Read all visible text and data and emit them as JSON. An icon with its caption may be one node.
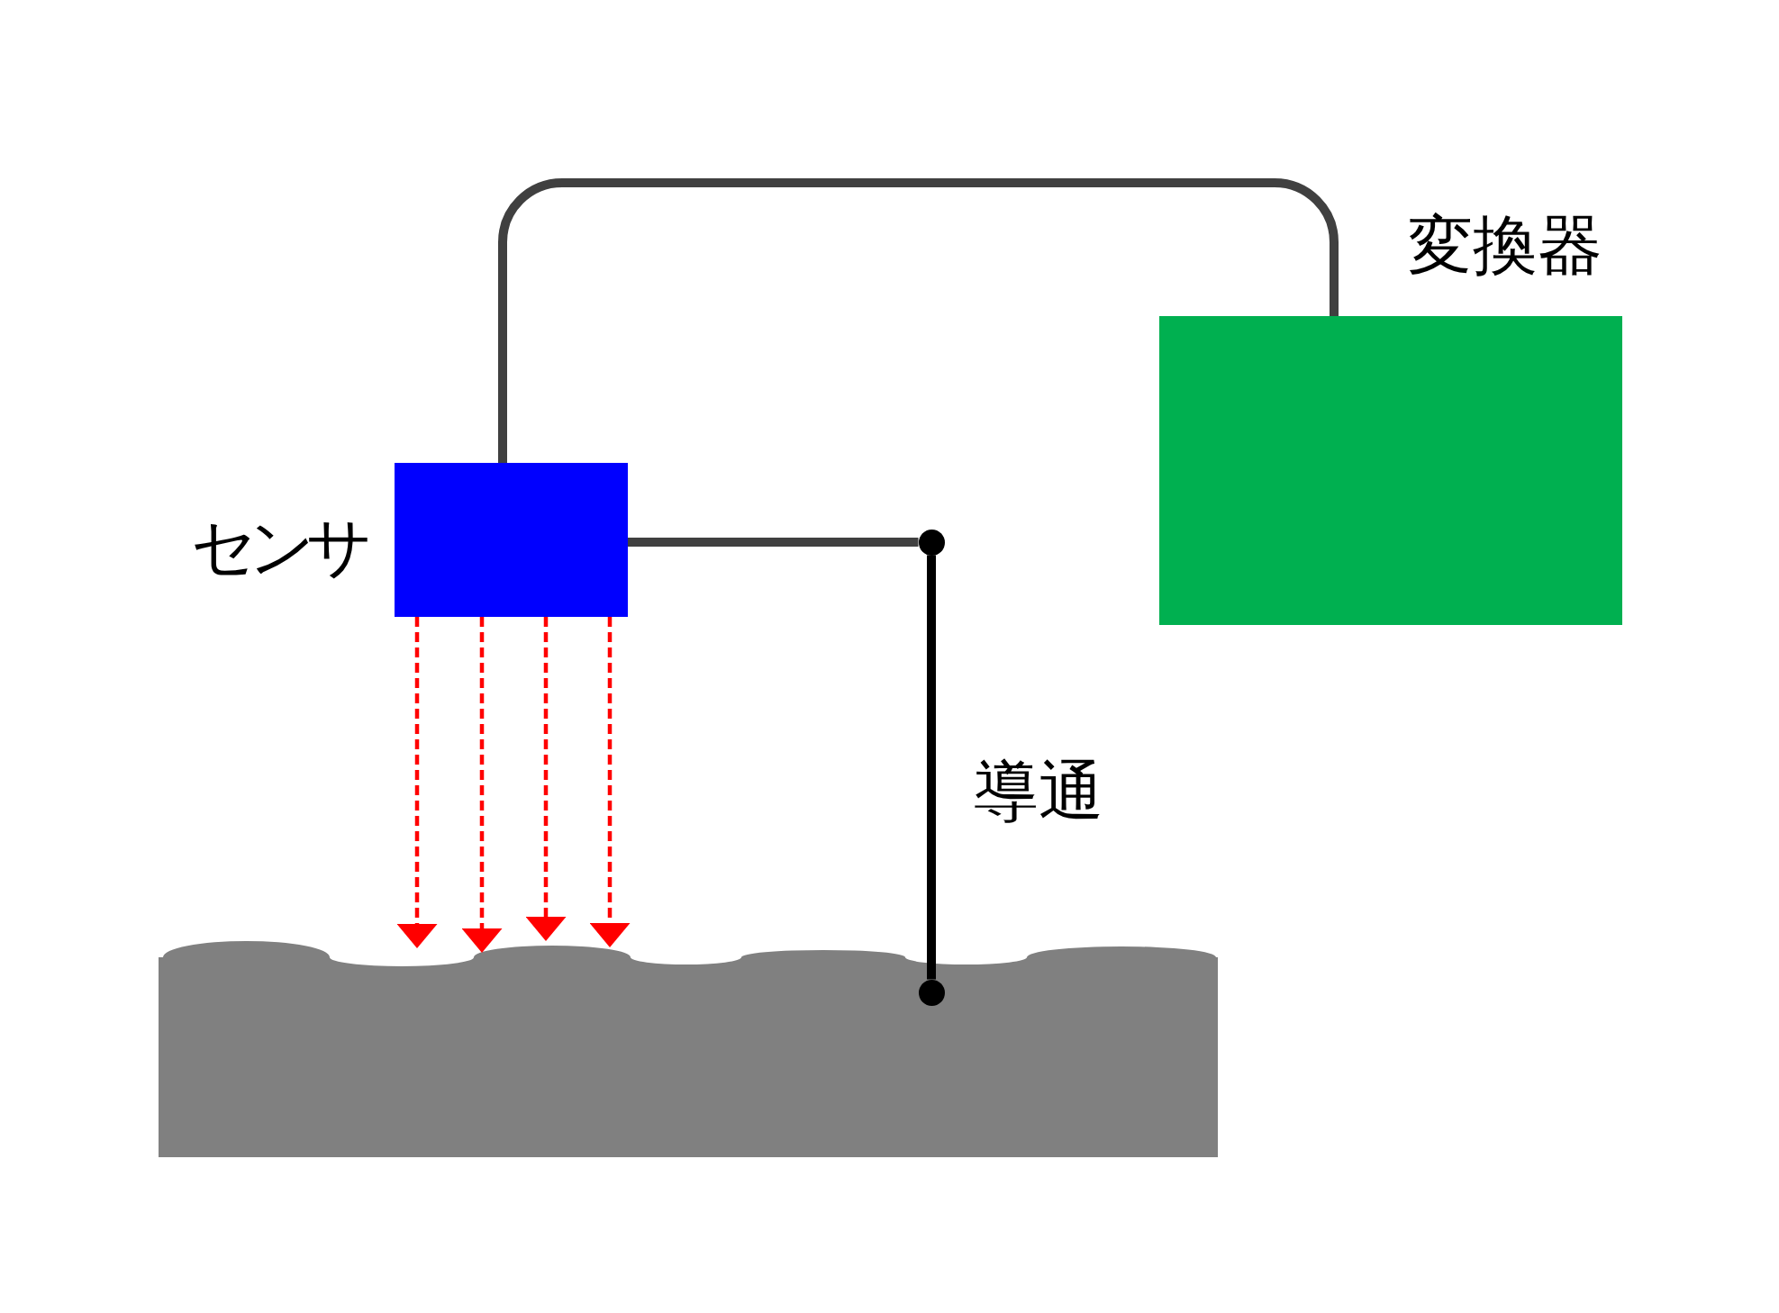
{
  "diagram": {
    "nodes": [
      {
        "text": [
          "センサ"
        ]
      },
      {
        "text": [
          "変換器"
        ]
      },
      {
        "text": [],
        "shape": "box"
      },
      {
        "text": [],
        "shape": "circle"
      },
      {
        "text": [],
        "shape": "circle",
        "in": 2
      }
    ],
    "edges": [
      {
        "from": 0,
        "to": 1,
        "arrow": "none",
        "style": "thick",
        "color": "#404040"
      },
      {
        "from": 0,
        "to": 3,
        "arrow": "none",
        "style": "thick",
        "color": "#404040"
      },
      {
        "from": 3,
        "to": 4,
        "arrow": "none",
        "label": "導通",
        "style": "thick",
        "color": "#000000"
      },
      {
        "from": 0,
        "to": 2,
        "arrow": "to",
        "style": "dashed"
      },
      {
        "from": 0,
        "to": 2,
        "arrow": "to",
        "style": "dashed"
      },
      {
        "from": 0,
        "to": 2,
        "arrow": "to",
        "style": "dashed"
      },
      {
        "from": 0,
        "to": 2,
        "arrow": "to",
        "style": "dashed"
      }
    ]
  }
}
